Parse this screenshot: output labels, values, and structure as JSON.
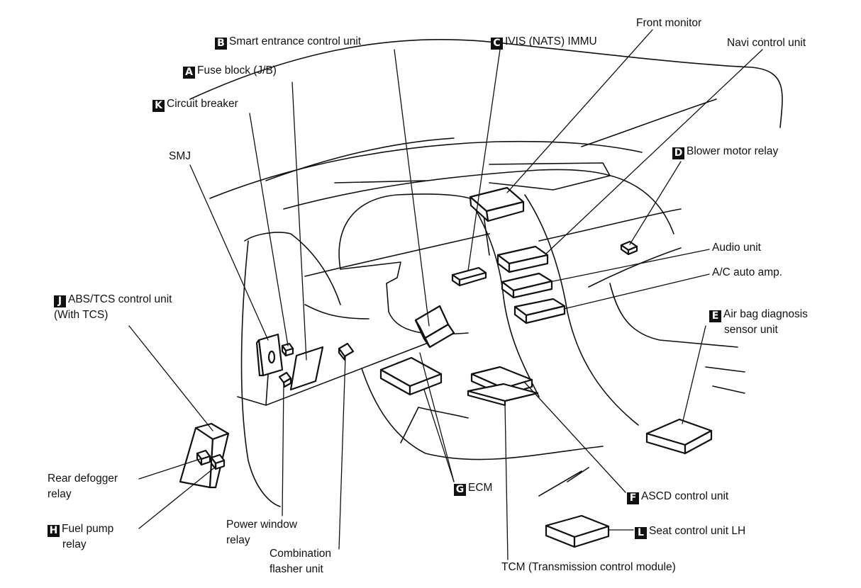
{
  "labels": {
    "smart_entrance": {
      "letter": "B",
      "text": "Smart entrance control unit"
    },
    "ivis": {
      "letter": "C",
      "text": "IVIS (NATS) IMMU"
    },
    "front_monitor": {
      "text": "Front monitor"
    },
    "navi": {
      "text": "Navi control unit"
    },
    "fuse_block": {
      "letter": "A",
      "text": "Fuse block (J/B)"
    },
    "circuit_breaker": {
      "letter": "K",
      "text": "Circuit breaker"
    },
    "smj": {
      "text": "SMJ"
    },
    "blower": {
      "letter": "D",
      "text": "Blower motor relay"
    },
    "audio": {
      "text": "Audio unit"
    },
    "ac_amp": {
      "text": "A/C auto amp."
    },
    "abs_tcs": {
      "letter": "J",
      "line1": "ABS/TCS control unit",
      "line2": "(With TCS)"
    },
    "airbag": {
      "letter": "E",
      "line1": "Air bag diagnosis",
      "line2": "sensor unit"
    },
    "rear_defogger": {
      "line1": "Rear defogger",
      "line2": "relay"
    },
    "fuel_pump": {
      "letter": "H",
      "line1": "Fuel pump",
      "line2": "relay"
    },
    "power_window": {
      "line1": "Power window",
      "line2": "relay"
    },
    "combination_flasher": {
      "line1": "Combination",
      "line2": "flasher unit"
    },
    "ecm": {
      "letter": "G",
      "text": "ECM"
    },
    "ascd": {
      "letter": "F",
      "text": "ASCD control unit"
    },
    "seat_control": {
      "letter": "L",
      "text": "Seat control unit LH"
    },
    "tcm": {
      "text": "TCM (Transmission control module)"
    }
  }
}
